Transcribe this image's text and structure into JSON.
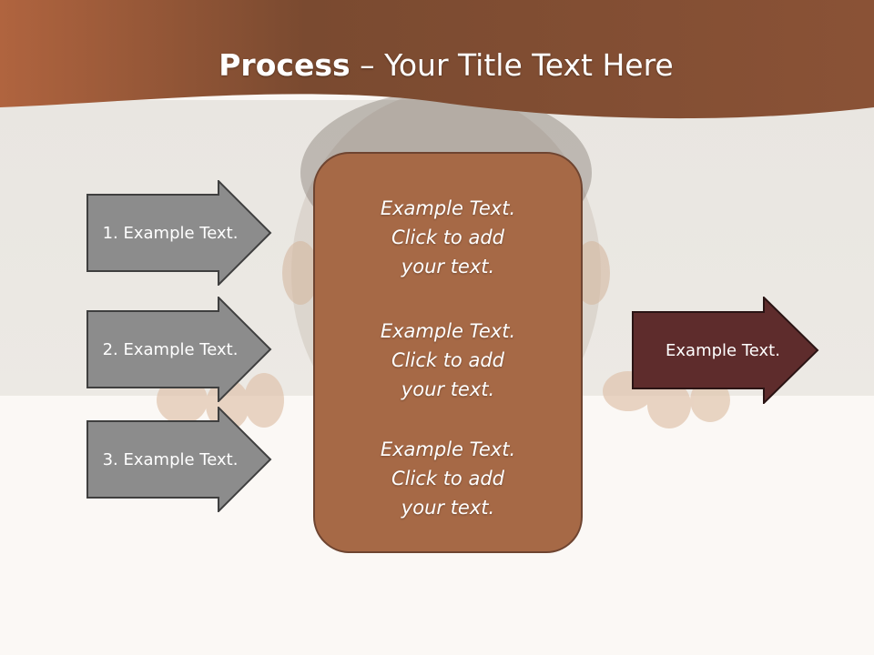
{
  "title": {
    "bold": "Process",
    "dash": " – ",
    "rest": "Your Title Text Here"
  },
  "left_arrows": [
    {
      "label": "1. Example Text."
    },
    {
      "label": "2. Example Text."
    },
    {
      "label": "3. Example Text."
    }
  ],
  "center_blocks": [
    {
      "line1": "Example Text.",
      "line2": "Click  to add",
      "line3": "your text."
    },
    {
      "line1": "Example Text.",
      "line2": "Click  to add",
      "line3": "your text."
    },
    {
      "line1": "Example Text.",
      "line2": "Click  to add",
      "line3": "your text."
    }
  ],
  "right_arrow": {
    "label": "Example Text."
  },
  "colors": {
    "header": "#9b5a3c",
    "center_box": "#a66946",
    "gray_arrow": "#8c8c8c",
    "dark_arrow": "#5e2c2c"
  }
}
